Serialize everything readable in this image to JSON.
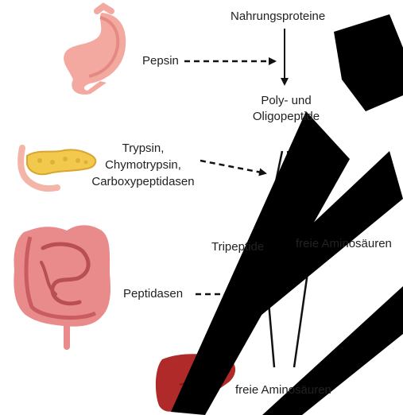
{
  "labels": {
    "nahrungsproteine": "Nahrungsproteine",
    "pepsin": "Pepsin",
    "poly_line1": "Poly- und",
    "poly_line2": "Oligopeptide",
    "trypsin_line1": "Trypsin,",
    "trypsin_line2": "Chymotrypsin,",
    "trypsin_line3": "Carboxypeptidasen",
    "tripeptide": "Tripeptide",
    "freie_aminosaeuren_1": "freie Aminosäuren",
    "peptidasen": "Peptidasen",
    "freie_aminosaeuren_2": "freie Aminosäuren"
  },
  "icons": {
    "stomach": "stomach-icon",
    "pancreas": "pancreas-icon",
    "intestine": "intestine-icon",
    "liver": "liver-icon"
  },
  "colors": {
    "stomach": "#f3a9a0",
    "stomach_dark": "#e58a82",
    "pancreas": "#f2c94c",
    "pancreas_outline": "#d9a531",
    "duct": "#f4b4a8",
    "intestine": "#e98b8b",
    "intestine_dark": "#c95c5f",
    "liver": "#b02a2a",
    "watermark": "#000000"
  }
}
